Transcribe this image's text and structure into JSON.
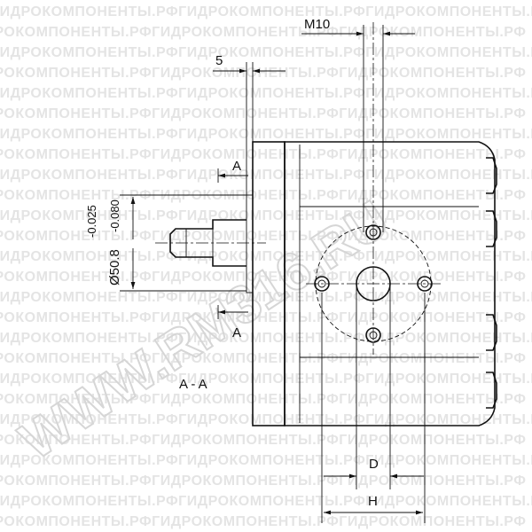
{
  "watermark": {
    "row_text": "ГИДРОКОМПОНЕНТЫ.РФГИДРОКОМПОНЕНТЫ.РФГИДРОКОМПОНЕНТЫ.РФ",
    "site_text": "WWW.RM316.RU"
  },
  "dimensions": {
    "port_thread": "M10",
    "flange_offset": "5",
    "section_mark_top": "A",
    "section_mark_bottom": "A",
    "section_label": "A - A",
    "pilot_diameter": "Ø50.8",
    "tolerance_upper": "-0.025",
    "tolerance_lower": "-0.080",
    "port_diameter": "D",
    "bolt_spacing": "H"
  }
}
